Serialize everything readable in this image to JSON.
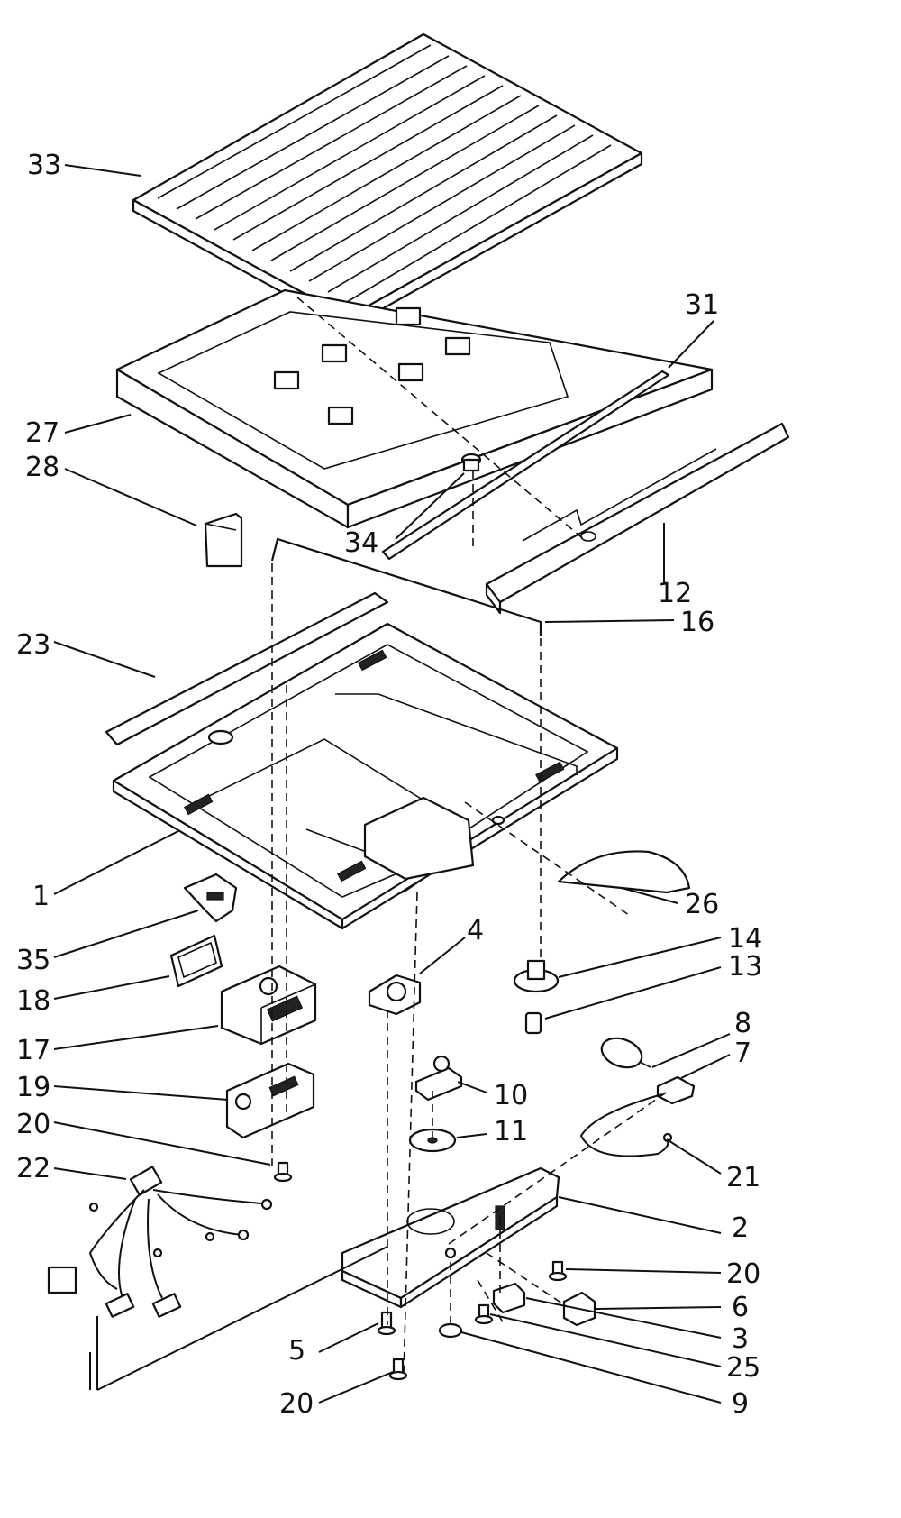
{
  "diagram": {
    "callouts": [
      {
        "id": "33",
        "label": "33"
      },
      {
        "id": "31",
        "label": "31"
      },
      {
        "id": "27",
        "label": "27"
      },
      {
        "id": "28",
        "label": "28"
      },
      {
        "id": "34",
        "label": "34"
      },
      {
        "id": "12",
        "label": "12"
      },
      {
        "id": "16",
        "label": "16"
      },
      {
        "id": "23",
        "label": "23"
      },
      {
        "id": "1",
        "label": "1"
      },
      {
        "id": "26",
        "label": "26"
      },
      {
        "id": "35",
        "label": "35"
      },
      {
        "id": "4",
        "label": "4"
      },
      {
        "id": "14",
        "label": "14"
      },
      {
        "id": "13",
        "label": "13"
      },
      {
        "id": "18",
        "label": "18"
      },
      {
        "id": "17",
        "label": "17"
      },
      {
        "id": "8",
        "label": "8"
      },
      {
        "id": "7",
        "label": "7"
      },
      {
        "id": "19",
        "label": "19"
      },
      {
        "id": "10",
        "label": "10"
      },
      {
        "id": "11",
        "label": "11"
      },
      {
        "id": "20a",
        "label": "20"
      },
      {
        "id": "22",
        "label": "22"
      },
      {
        "id": "21",
        "label": "21"
      },
      {
        "id": "2",
        "label": "2"
      },
      {
        "id": "20b",
        "label": "20"
      },
      {
        "id": "6",
        "label": "6"
      },
      {
        "id": "3",
        "label": "3"
      },
      {
        "id": "5",
        "label": "5"
      },
      {
        "id": "25",
        "label": "25"
      },
      {
        "id": "20c",
        "label": "20"
      },
      {
        "id": "9",
        "label": "9"
      }
    ]
  }
}
